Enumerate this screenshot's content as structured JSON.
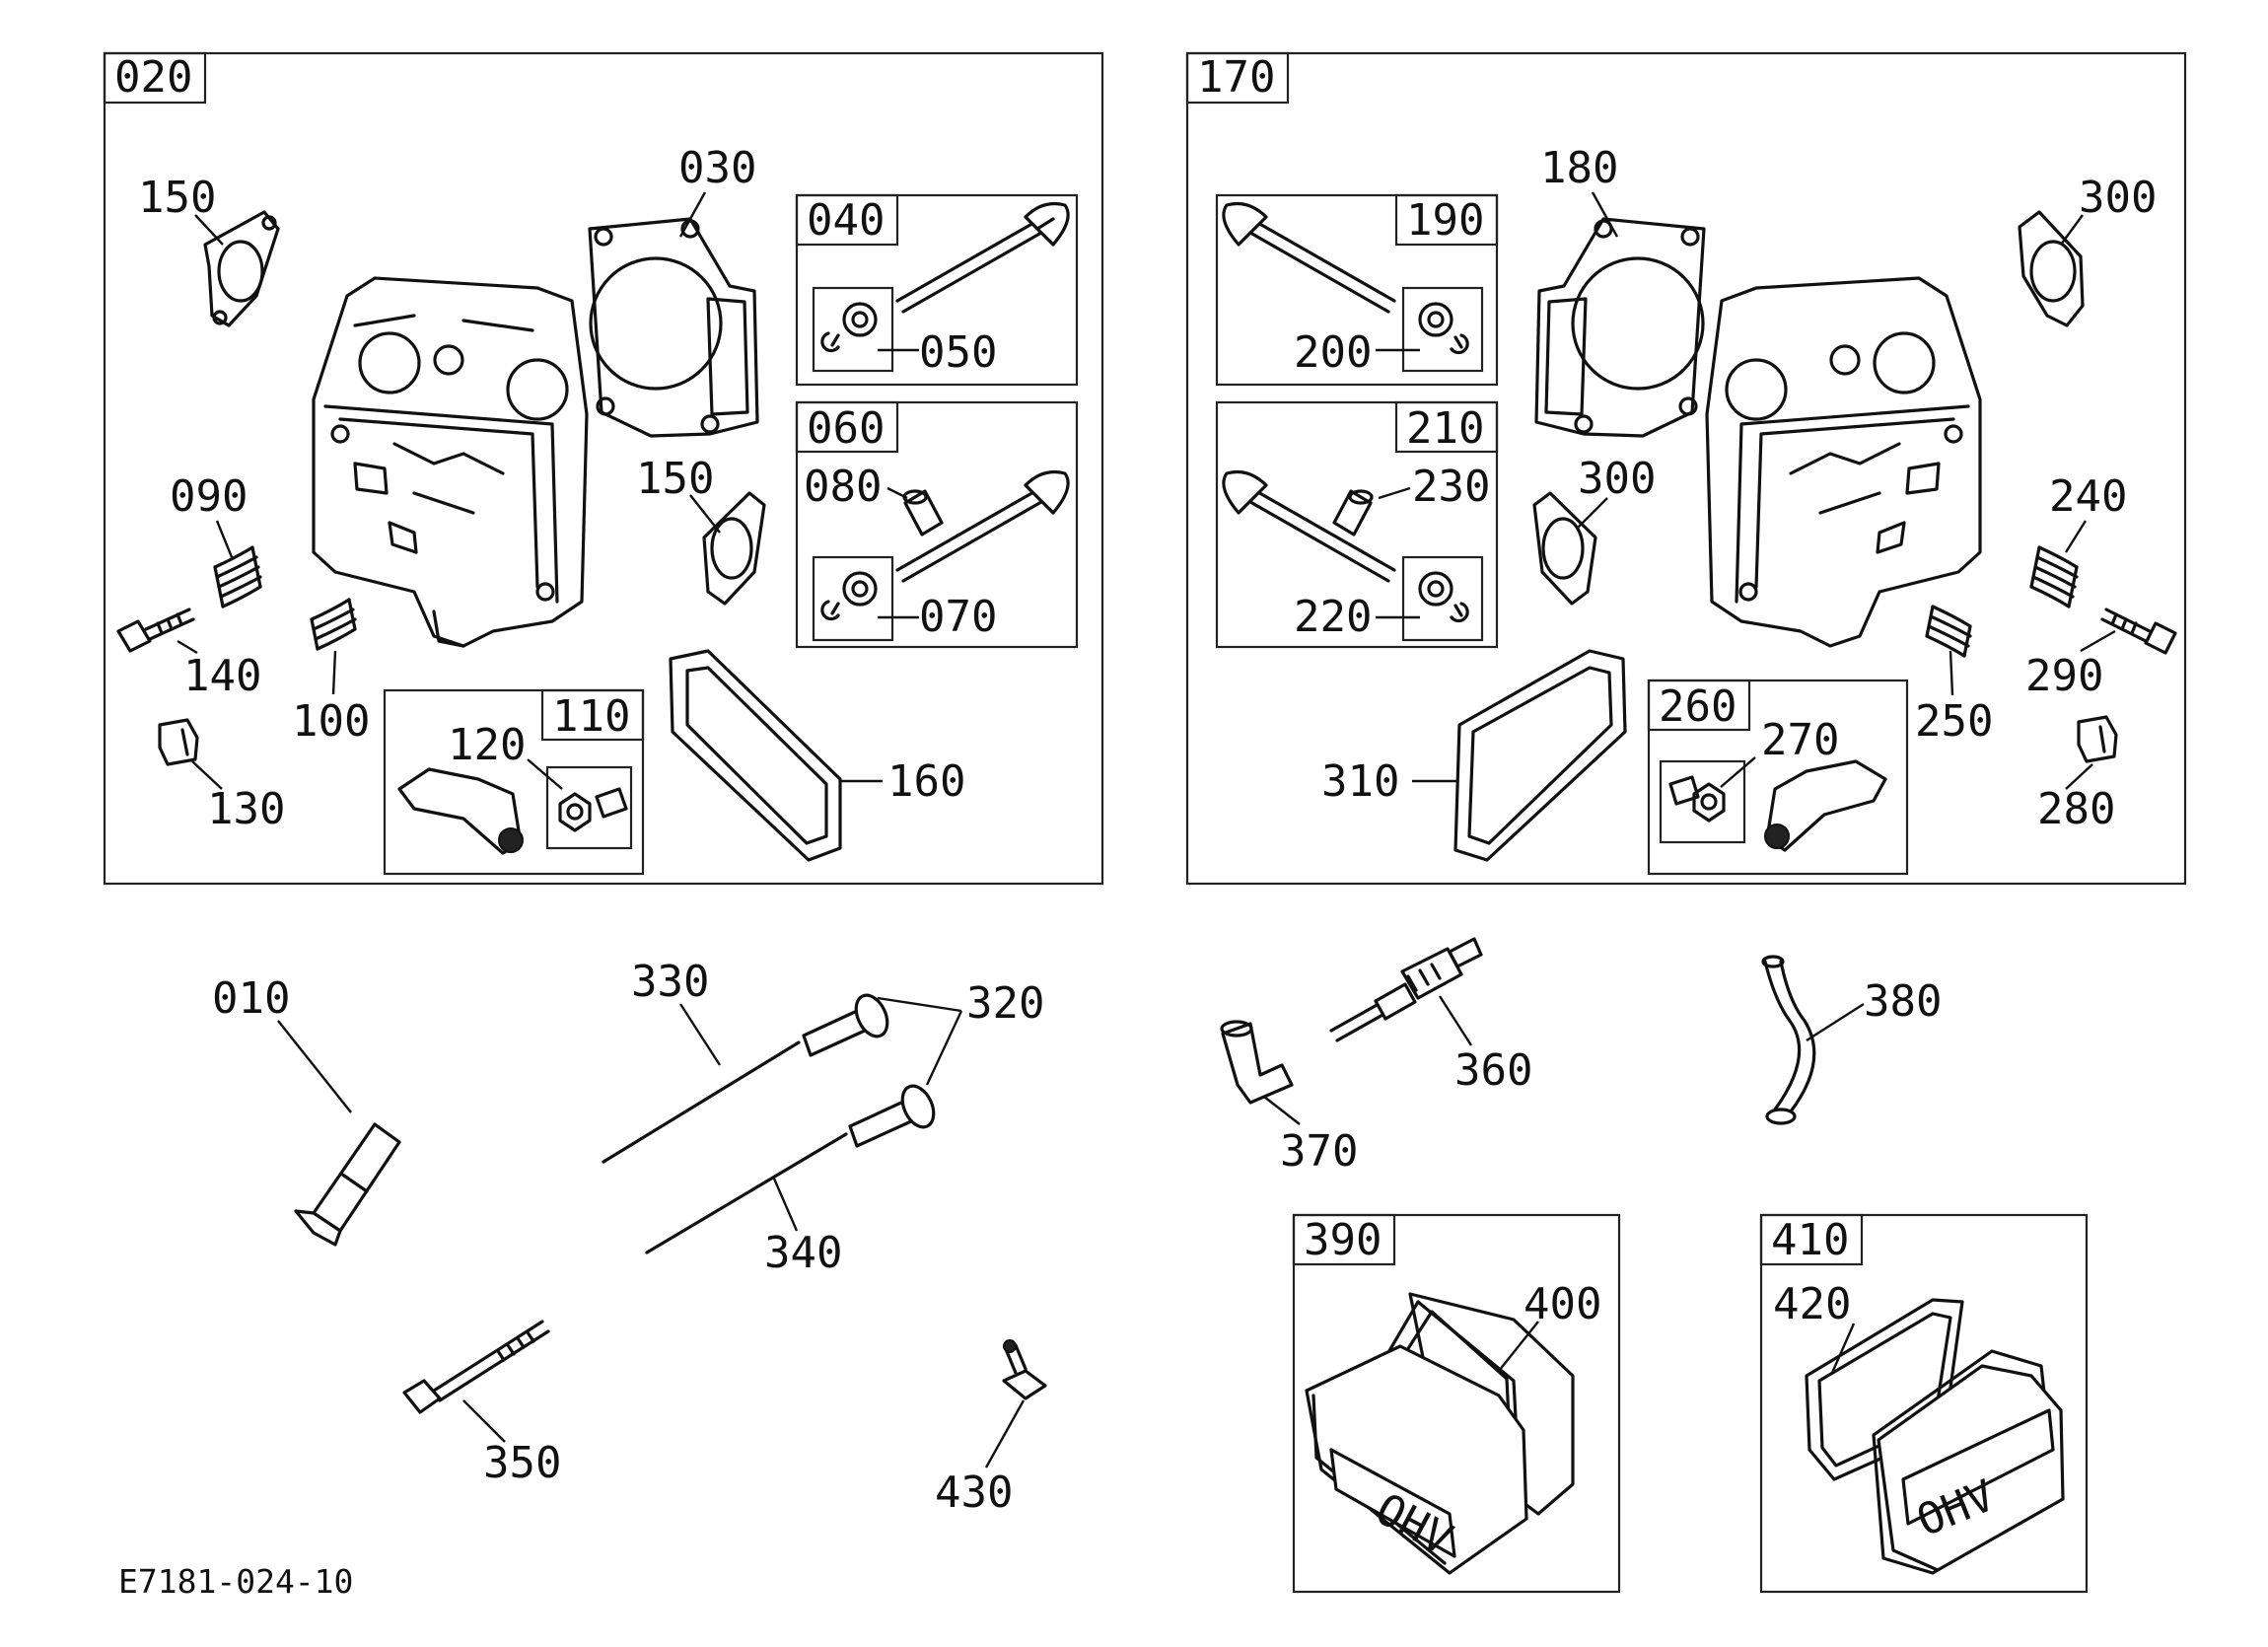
{
  "drawing_code": "E7181-024-10",
  "groups": {
    "g020": "020",
    "g040": "040",
    "g060": "060",
    "g110": "110",
    "g170": "170",
    "g190": "190",
    "g210": "210",
    "g260": "260",
    "g390": "390",
    "g410": "410"
  },
  "parts": {
    "p010": "010",
    "p030": "030",
    "p050": "050",
    "p070": "070",
    "p080": "080",
    "p090": "090",
    "p100": "100",
    "p120": "120",
    "p130": "130",
    "p140": "140",
    "p150a": "150",
    "p150b": "150",
    "p160": "160",
    "p180": "180",
    "p200": "200",
    "p220": "220",
    "p230": "230",
    "p240": "240",
    "p250": "250",
    "p270": "270",
    "p280": "280",
    "p290": "290",
    "p300a": "300",
    "p300b": "300",
    "p310": "310",
    "p320": "320",
    "p330": "330",
    "p340": "340",
    "p350": "350",
    "p360": "360",
    "p370": "370",
    "p380": "380",
    "p400": "400",
    "p420": "420",
    "p430": "430"
  },
  "cover_emblem": "OHV"
}
